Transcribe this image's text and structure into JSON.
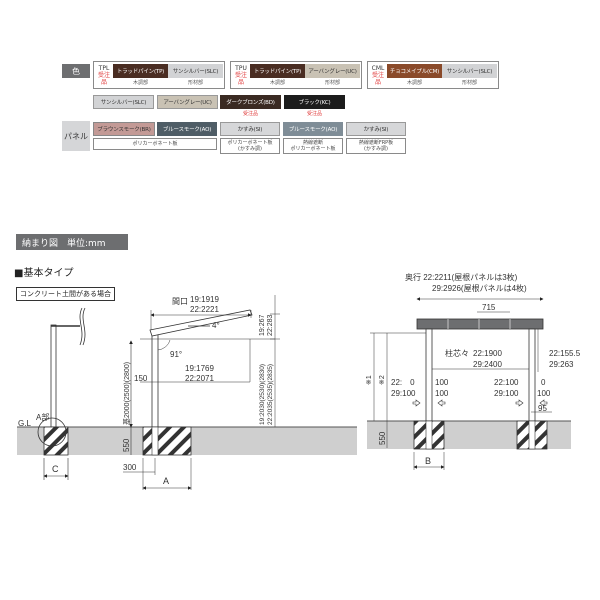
{
  "colors": {
    "label_bg": "#6d6e70",
    "label_light_bg": "#d5d6d8",
    "required_red": "#e03a3a",
    "ground_gray": "#cfcfcf"
  },
  "color_section": {
    "label": "色",
    "groups": [
      {
        "code": "TPL",
        "req": "受注品",
        "swatches": [
          {
            "name": "トラッドパイン(TP)",
            "bg": "#4a2d22",
            "fg": "#ffffff",
            "sub": "木調部"
          },
          {
            "name": "サンシルバー(SLC)",
            "bg": "#d2d3d5",
            "fg": "#333333",
            "sub": "形材部"
          }
        ]
      },
      {
        "code": "TPU",
        "req": "受注品",
        "swatches": [
          {
            "name": "トラッドパイン(TP)",
            "bg": "#4a2d22",
            "fg": "#ffffff",
            "sub": "木調部"
          },
          {
            "name": "アーバングレー(UC)",
            "bg": "#c9c2b4",
            "fg": "#333333",
            "sub": "形材部"
          }
        ]
      },
      {
        "code": "CML",
        "req": "受注品",
        "swatches": [
          {
            "name": "チョコメイプル(CM)",
            "bg": "#8a4a2a",
            "fg": "#ffffff",
            "sub": "木調部"
          },
          {
            "name": "サンシルバー(SLC)",
            "bg": "#d2d3d5",
            "fg": "#333333",
            "sub": "形材部"
          }
        ]
      }
    ],
    "solid": [
      {
        "name": "サンシルバー(SLC)",
        "bg": "#d2d3d5",
        "fg": "#333333",
        "req": ""
      },
      {
        "name": "アーバングレー(UC)",
        "bg": "#c9c2b4",
        "fg": "#333333",
        "req": ""
      },
      {
        "name": "ダークブロンズ(BD)",
        "bg": "#3a2a22",
        "fg": "#ffffff",
        "req": "受注品"
      },
      {
        "name": "ブラック(KC)",
        "bg": "#1c1c1c",
        "fg": "#ffffff",
        "req": "受注品"
      }
    ]
  },
  "panel_section": {
    "label": "パネル",
    "items": [
      {
        "name": "ブラウンスモーク(BR)",
        "bg": "#c39a96",
        "fg": "#333333"
      },
      {
        "name": "ブルースモーク(AO)",
        "bg": "#4f5d66",
        "fg": "#ffffff"
      },
      {
        "name": "かすみ(SI)",
        "bg": "#d6d7d9",
        "fg": "#333333"
      },
      {
        "name": "ブルースモーク(AO)",
        "bg": "#7f8d97",
        "fg": "#ffffff"
      },
      {
        "name": "かすみ(SI)",
        "bg": "#d6d7d9",
        "fg": "#333333"
      }
    ],
    "types": [
      {
        "lines": [
          "ポリカーボネート板"
        ]
      },
      {
        "lines": [
          "ポリカーボネート板",
          "(かすみ調)"
        ]
      },
      {
        "lines": [
          "熱線遮断",
          "ポリカーボネート板"
        ]
      },
      {
        "lines": [
          "熱線遮断FRP板",
          "(かすみ調)"
        ]
      }
    ]
  },
  "drawing": {
    "header": "納まり図　単位:mm",
    "subtitle": "■基本タイプ",
    "note": "コンクリート土間がある場合",
    "side_view": {
      "gl": "G.L",
      "a_part": "A部",
      "c_label": "C",
      "opening_label": "間口",
      "opening_19": "19:1919",
      "opening_22": "22:2221",
      "slope": "4°",
      "angle": "91°",
      "inner_19": "19:1769",
      "inner_22": "22:2071",
      "offset_150": "150",
      "height_label": "基2000(2500)(2800)",
      "depth_550": "550",
      "right_top_19": "19:267",
      "right_top_22": "22:283",
      "right_h_19": "19:2030(2530)(2830)",
      "right_h_22": "22:2035(2535)(2835)",
      "dim_300": "300",
      "dim_a": "A"
    },
    "front_view": {
      "depth_22": "奥行 22:2211(屋根パネルは3枚)",
      "depth_29": "29:2926(屋根パネルは4枚)",
      "dim_715": "715",
      "pitch_label": "柱芯々",
      "pitch_22": "22:1900",
      "pitch_29": "29:2400",
      "right_22": "22:155.5",
      "right_29": "29:263",
      "note1": "※1",
      "note2": "※2",
      "left_22": "22:　0",
      "left_29": "29:100",
      "left_r_22": "100",
      "left_r_29": "100",
      "right_l_22": "22:100",
      "right_l_29": "29:100",
      "right_r_22": "0",
      "right_r_29": "100",
      "dim_95": "95",
      "depth_550": "550",
      "dim_b": "B"
    }
  }
}
